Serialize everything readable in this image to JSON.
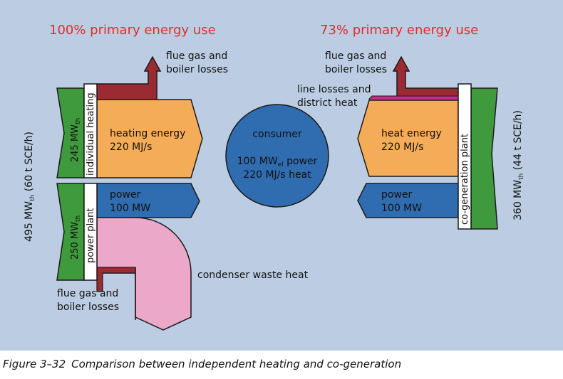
{
  "left": {
    "title": "100% primary energy use",
    "total_label": "495 MW",
    "total_sub": "th",
    "total_suffix": " (60 t SCE/h)",
    "heating_input": {
      "value": "245 MW",
      "sub": "th"
    },
    "power_input": {
      "value": "250 MW",
      "sub": "th"
    },
    "individual_heating_label": "individual heating",
    "power_plant_label": "power plant",
    "flue_top": [
      "flue gas and",
      "boiler losses"
    ],
    "flue_bottom": [
      "flue gas and",
      "boiler losses"
    ],
    "heating_energy": [
      "heating energy",
      "220 MJ/s"
    ],
    "power": [
      "power",
      "100 MW"
    ],
    "condenser": "condenser waste heat"
  },
  "center": {
    "consumer_title": "consumer",
    "consumer_power_prefix": "100 MW",
    "consumer_power_sub": "el",
    "consumer_power_suffix": " power",
    "consumer_heat": "220 MJ/s heat"
  },
  "right": {
    "title": "73% primary energy use",
    "flue_top": [
      "flue gas and",
      "boiler losses"
    ],
    "line_losses": [
      "line losses and",
      "district heat"
    ],
    "heat_energy": [
      "heat energy",
      "220 MJ/s"
    ],
    "power": [
      "power",
      "100 MW"
    ],
    "cogen_label": "co-generation plant",
    "total_label": "360 MW",
    "total_sub": "th",
    "total_suffix": " (44 t SCE/h)"
  },
  "caption": {
    "number": "Figure 3–32",
    "text": "Comparison between independent heating and co-generation"
  },
  "colors": {
    "background": "#bccde3",
    "title_red": "#e32a2a",
    "green": "#3f9a3d",
    "orange": "#f5ac58",
    "blue": "#2f6cb0",
    "maroon": "#9b2b33",
    "pink": "#eba8c8",
    "magenta": "#c8288c"
  }
}
